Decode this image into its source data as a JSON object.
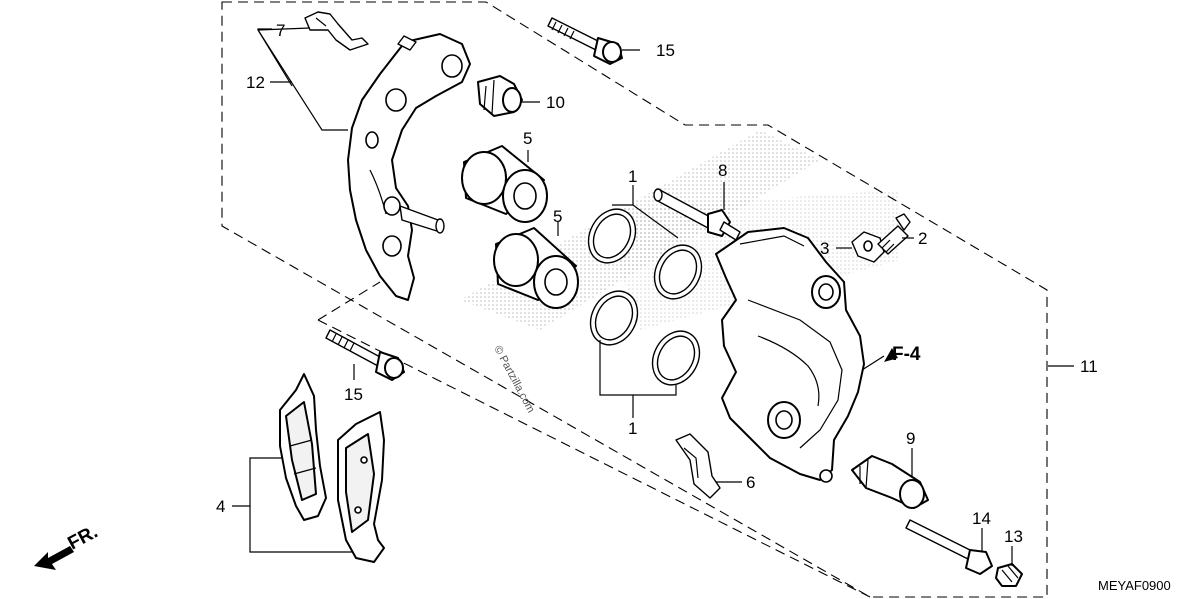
{
  "diagram": {
    "section_code": "F-4",
    "front_label": "FR.",
    "figure_code": "MEYAF0900",
    "watermark": "© Partzilla.com",
    "labels": {
      "p1a": "1",
      "p1b": "1",
      "p2": "2",
      "p3": "3",
      "p4": "4",
      "p5a": "5",
      "p5b": "5",
      "p6": "6",
      "p7": "7",
      "p8": "8",
      "p9": "9",
      "p10": "10",
      "p11": "11",
      "p12": "12",
      "p13": "13",
      "p14": "14",
      "p15a": "15",
      "p15b": "15"
    }
  }
}
